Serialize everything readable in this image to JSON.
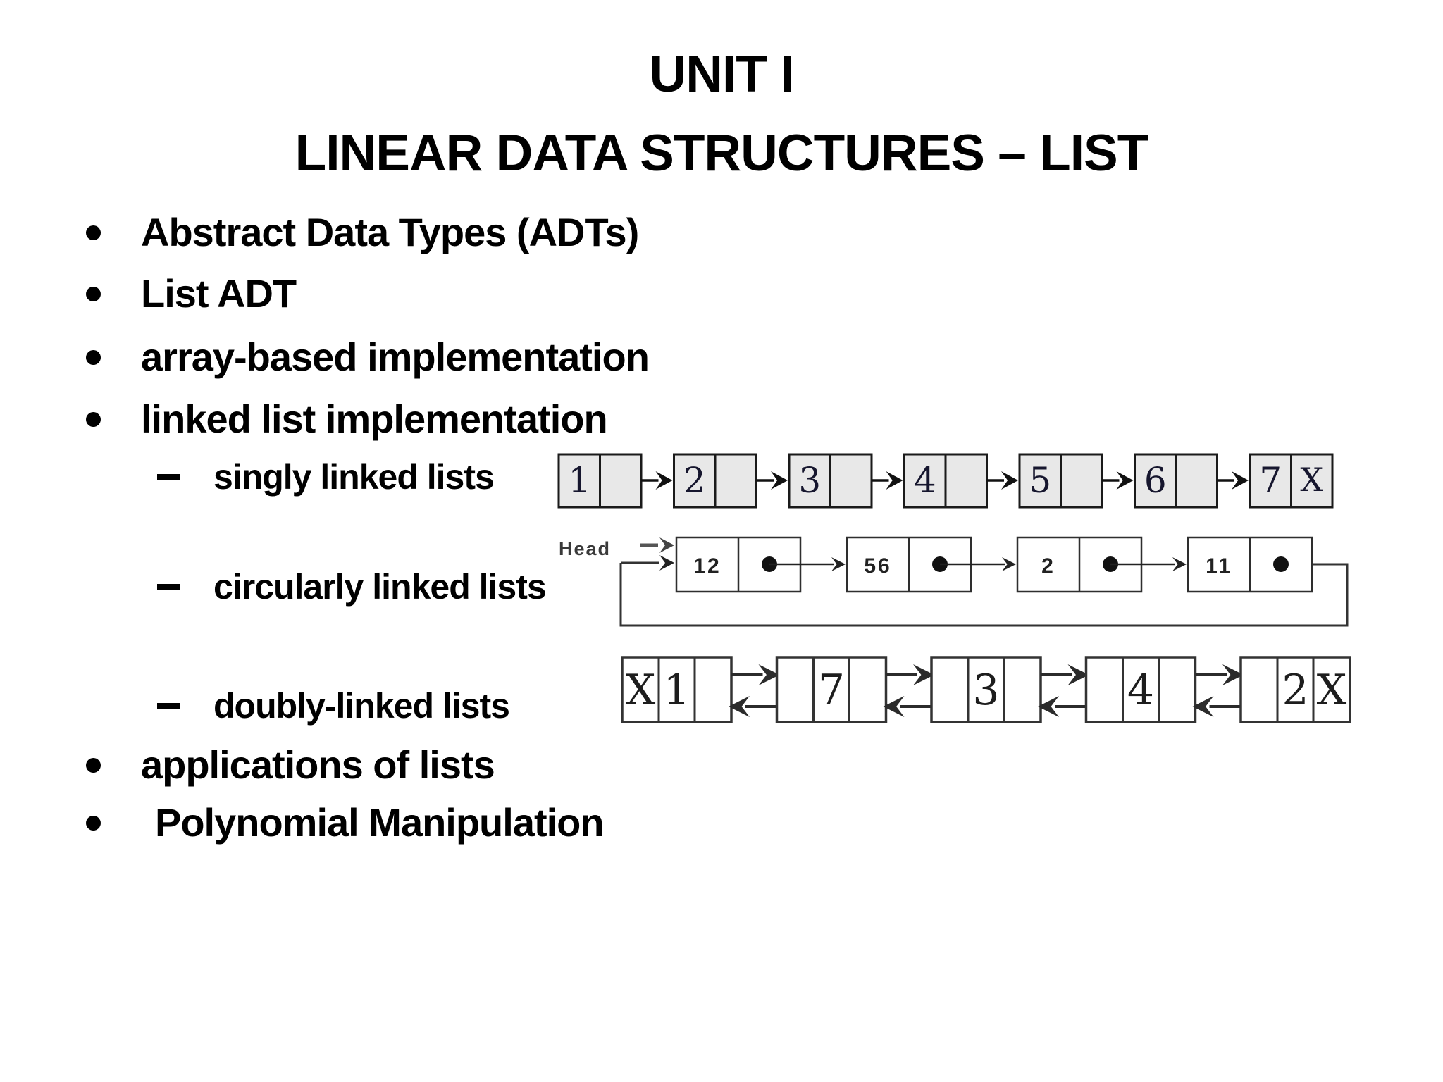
{
  "slide": {
    "title1": "UNIT I",
    "title2": "LINEAR DATA STRUCTURES – LIST",
    "outline": [
      {
        "text": "Abstract Data Types (ADTs)"
      },
      {
        "text": "List ADT"
      },
      {
        "text": "array-based implementation"
      },
      {
        "text": "linked list implementation"
      },
      {
        "text": "singly linked lists"
      },
      {
        "text": "circularly linked lists"
      },
      {
        "text": "doubly-linked lists"
      },
      {
        "text": "applications of lists"
      },
      {
        "text": "Polynomial Manipulation"
      }
    ]
  },
  "diagrams": {
    "singly_linked_list": {
      "values": [
        "1",
        "2",
        "3",
        "4",
        "5",
        "6",
        "7"
      ],
      "tail_marker": "X"
    },
    "circular_linked_list": {
      "head_label": "Head",
      "values": [
        "12",
        "56",
        "2",
        "11"
      ],
      "circular": true
    },
    "doubly_linked_list": {
      "values": [
        "1",
        "7",
        "3",
        "4",
        "2"
      ],
      "null_marker": "X"
    }
  },
  "colors": {
    "background": "#ffffff",
    "ink": "#000000",
    "singly_node_fill": "#e8e8e8",
    "singly_border": "#1a1a1a",
    "circular_border": "#2e2e2e",
    "doubly_border": "#333333",
    "pointer_dot": "#111111",
    "head_label_color": "#3a3a3a",
    "digit_color": "#16162e"
  }
}
